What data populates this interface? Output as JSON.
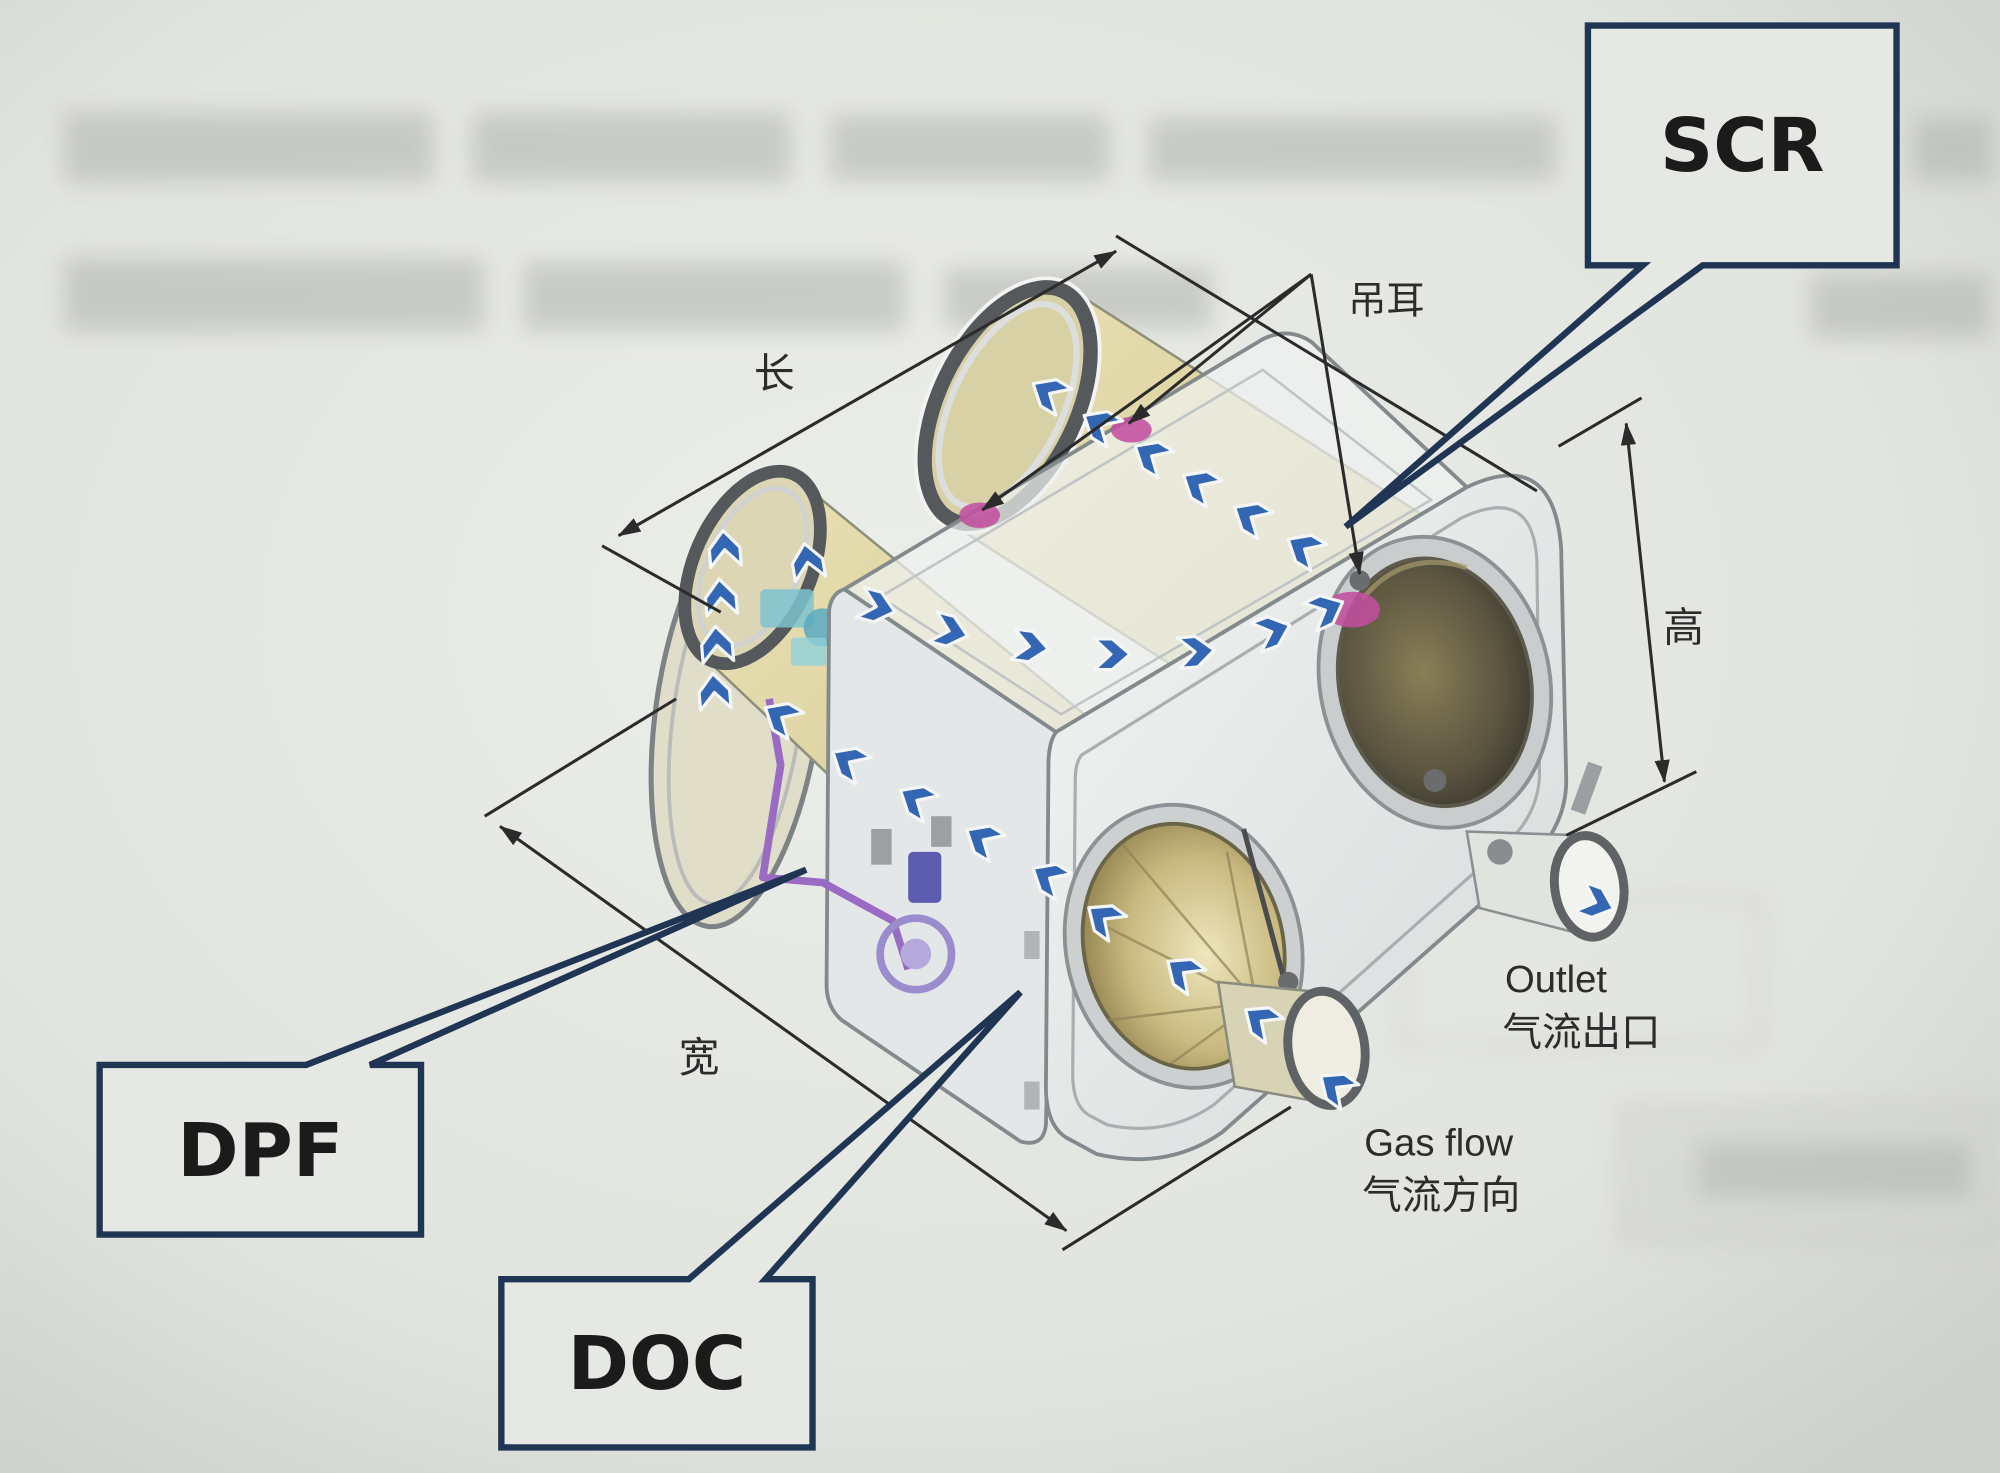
{
  "callouts": {
    "scr": "SCR",
    "dpf": "DPF",
    "doc": "DOC"
  },
  "dimensions": {
    "length": "长",
    "width": "宽",
    "height": "高"
  },
  "lifting_lugs": "吊耳",
  "outlet": {
    "label_en": "Outlet",
    "label_zh": "气流出口"
  },
  "inlet": {
    "label_en": "Gas flow",
    "label_zh": "气流方向"
  },
  "colors": {
    "callout_stroke": "#1f3553",
    "callout_fill": "#e6e8e3",
    "flow_arrow": "#3366b3",
    "lifting_lug": "#c24f9e",
    "dimension_line": "#2b2b2b"
  }
}
